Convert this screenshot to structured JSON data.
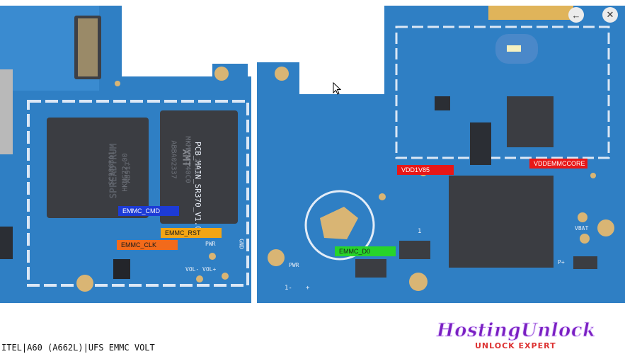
{
  "board": {
    "pcb_label": "PCB_MAIN_SR370_V1.0",
    "cpu_marking": [
      "SPREADTRUM",
      "SC9863A1",
      "AB917",
      "HKMG72_00"
    ],
    "emmc_marking": [
      "XMT",
      "ABBA02337",
      "MKMD5C240C0",
      "2310"
    ],
    "pwr_labels": [
      "PWR",
      "GND",
      "VOL-",
      "VOL+",
      "PWR"
    ],
    "misc_labels": [
      "VBAT",
      "P+",
      "1-",
      "+",
      "1"
    ]
  },
  "callouts": [
    {
      "label": "EMMC_CMD",
      "bg": "#1d3bd6",
      "fg": "#ffffff"
    },
    {
      "label": "EMMC_RST",
      "bg": "#f3a514",
      "fg": "#1a1a1a"
    },
    {
      "label": "EMMC_CLK",
      "bg": "#f26a1b",
      "fg": "#1a1a1a"
    },
    {
      "label": "EMMC_D0",
      "bg": "#27d42a",
      "fg": "#1a1a1a"
    },
    {
      "label": "VDD1V85",
      "bg": "#e81717",
      "fg": "#ffffff"
    },
    {
      "label": "VDDEMMCCORE",
      "bg": "#e81717",
      "fg": "#ffffff"
    }
  ],
  "footer": {
    "title": "ITEL|A60 (A662L)|UFS EMMC VOLT"
  },
  "watermark": {
    "brand": "HostingUnlock",
    "tagline": "UNLOCK EXPERT"
  },
  "window_controls": [
    "back-icon",
    "close-icon"
  ],
  "colors": {
    "pcb_blue": "#2f7fc4",
    "pcb_dark": "#1d5c98",
    "chip": "#3b3d42",
    "gold": "#d9b574"
  }
}
